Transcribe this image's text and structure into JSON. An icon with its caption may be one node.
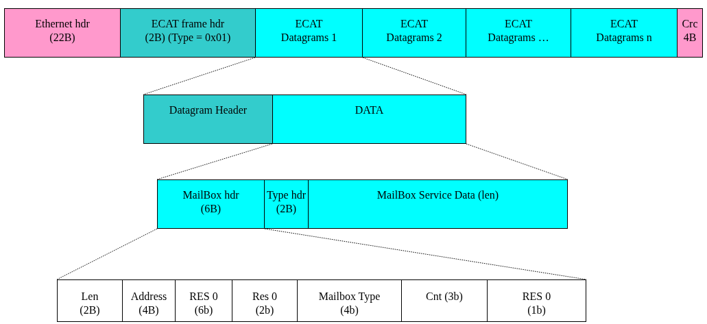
{
  "diagram": {
    "nodes": [
      {
        "text": [
          "Ethernet hdr (22B)"
        ]
      },
      {
        "text": [
          "ECAT frame hdr (2B) (Type = 0x01)"
        ]
      },
      {
        "text": [
          "ECAT Datagrams 1"
        ]
      },
      {
        "text": [
          "ECAT Datagrams 2"
        ]
      },
      {
        "text": [
          "ECAT Datagrams …"
        ]
      },
      {
        "text": [
          "ECAT Datagrams n"
        ]
      },
      {
        "text": [
          "Crc 4B"
        ]
      },
      {
        "text": [
          "Datagram Header"
        ]
      },
      {
        "text": [
          "DATA"
        ]
      },
      {
        "text": [
          "MailBox hdr (6B)"
        ]
      },
      {
        "text": [
          "Type hdr (2B)"
        ]
      },
      {
        "text": [
          "MailBox Service Data (len)"
        ]
      },
      {
        "text": [
          "Len (2B)"
        ]
      },
      {
        "text": [
          "Address (4B)"
        ]
      },
      {
        "text": [
          "RES 0 (6b)"
        ]
      },
      {
        "text": [
          "Res 0 (2b)"
        ]
      },
      {
        "text": [
          "Mailbox Type (4b)"
        ]
      },
      {
        "text": [
          "Cnt (3b)"
        ]
      },
      {
        "text": [
          "RES 0 (1b)"
        ]
      }
    ],
    "edges": [
      {
        "from": 2,
        "to": 7,
        "arrow": "none",
        "style": "dashed"
      },
      {
        "from": 2,
        "to": 8,
        "arrow": "none",
        "style": "dashed"
      },
      {
        "from": 8,
        "to": 9,
        "arrow": "none",
        "style": "dashed"
      },
      {
        "from": 8,
        "to": 11,
        "arrow": "none",
        "style": "dashed"
      },
      {
        "from": 9,
        "to": 12,
        "arrow": "none",
        "style": "dashed"
      },
      {
        "from": 9,
        "to": 18,
        "arrow": "none",
        "style": "dashed"
      }
    ]
  }
}
